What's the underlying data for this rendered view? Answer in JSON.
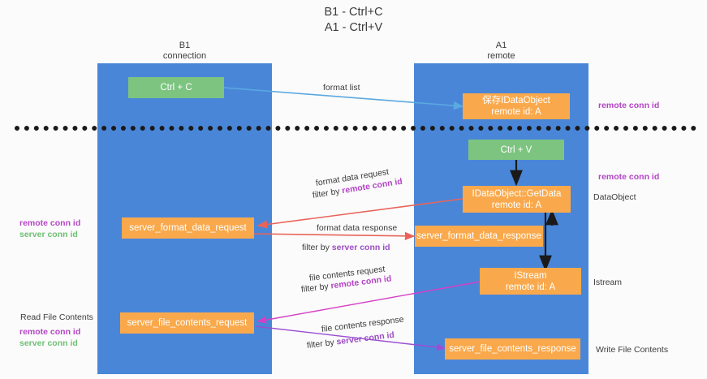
{
  "title": "B1 - Ctrl+C\nA1 - Ctrl+V",
  "lanes": [
    {
      "id": "b1",
      "header": "B1\nconnection"
    },
    {
      "id": "a1",
      "header": "A1\nremote"
    }
  ],
  "nodes": {
    "ctrl_c": "Ctrl + C",
    "save_dataobject": "保存IDataObject\nremote id: A",
    "ctrl_v": "Ctrl + V",
    "getdata": "IDataObject::GetData\nremote id: A",
    "server_format_data_request": "server_format_data_request",
    "server_format_data_response": "server_format_data_response",
    "istream": "IStream\nremote id: A",
    "server_file_contents_request": "server_file_contents_request",
    "server_file_contents_response": "server_file_contents_response"
  },
  "edges": {
    "format_list": "format list",
    "format_data_request": "format data request",
    "format_data_request_filter_prefix": "filter by ",
    "format_data_request_filter_key": "remote conn id",
    "format_data_response": "format data response",
    "format_data_response_filter_prefix": "filter by ",
    "format_data_response_filter_key": "server conn id",
    "file_contents_request": "file contents request",
    "file_contents_request_filter_prefix": "filter by ",
    "file_contents_request_filter_key": "remote conn id",
    "file_contents_response": "file contents response",
    "file_contents_response_filter_prefix": "filter by ",
    "file_contents_response_filter_key": "server conn id"
  },
  "annotations": {
    "right_remote_conn_id_top": "remote conn id",
    "right_remote_conn_id_mid": "remote conn id",
    "right_dataobject": "DataObject",
    "right_istream": "Istream",
    "right_write_file_contents": "Write File Contents",
    "left_remote_conn_id": "remote conn id",
    "left_server_conn_id": "server conn id",
    "left_read_file_contents": "Read File Contents",
    "left_remote_conn_id_2": "remote conn id",
    "left_server_conn_id_2": "server conn id"
  },
  "colors": {
    "lane": "#4a86d8",
    "node_green": "#7cc47f",
    "node_orange": "#f9a94c",
    "arrow_blue": "#5aa9e0",
    "arrow_red": "#e8645a",
    "arrow_magenta": "#d43fc4",
    "arrow_purple": "#9b4dd4",
    "arrow_black": "#1a1a1a",
    "text_remote": "#b445c6",
    "text_server": "#6fbf73"
  }
}
